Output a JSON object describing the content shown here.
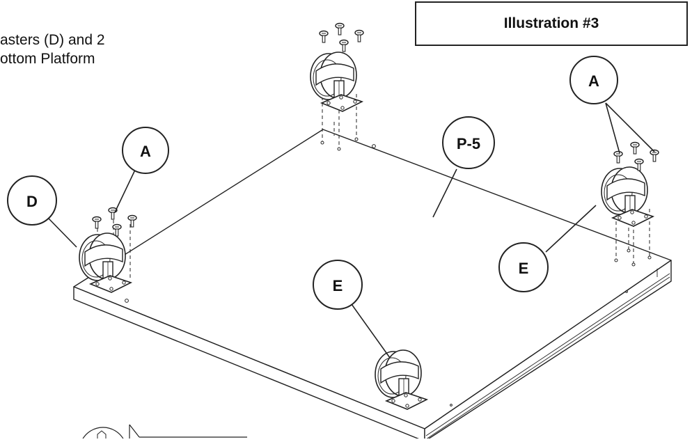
{
  "title": "Illustration #3",
  "instructions": {
    "line1": "asters (D) and 2",
    "line2": "ottom Platform"
  },
  "callouts": {
    "a_left": "A",
    "a_right": "A",
    "d": "D",
    "p5": "P-5",
    "e_right": "E",
    "e_front": "E"
  },
  "colors": {
    "stroke": "#222222",
    "background": "#ffffff"
  }
}
